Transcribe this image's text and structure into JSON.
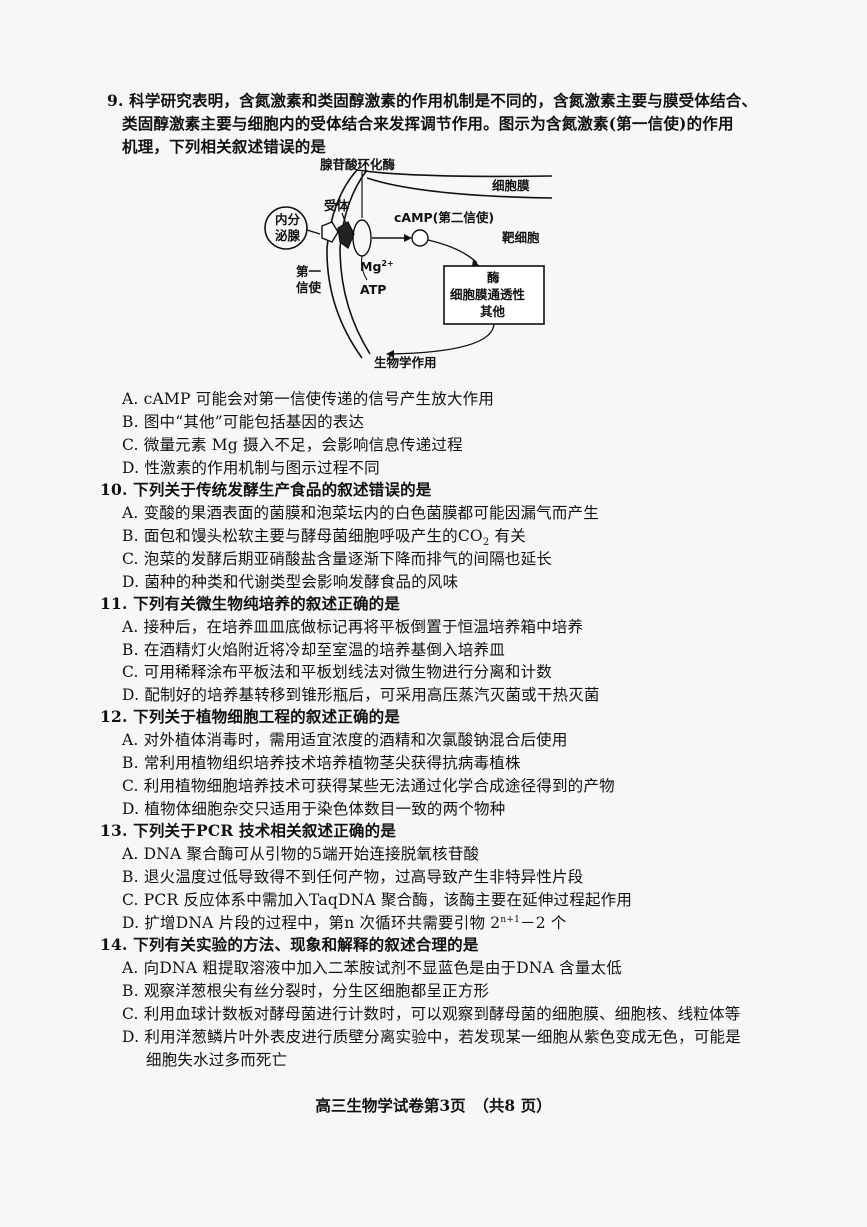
{
  "q9": {
    "line1": "9. 科学研究表明，含氮激素和类固醇激素的作用机制是不同的，含氮激素主要与膜受体结合、",
    "line2": "类固醇激素主要与细胞内的受体结合来发挥调节作用。图示为含氮激素(第一信使)的作用",
    "line3": "机理，下列相关叙述错误的是",
    "options": [
      "A. cAMP 可能会对第一信使传递的信号产生放大作用",
      "B. 图中“其他”可能包括基因的表达",
      "C. 微量元素 Mg 摄入不足，会影响信息传递过程",
      "D. 性激素的作用机制与图示过程不同"
    ]
  },
  "diagram": {
    "enzyme_label": "腺苷酸环化酶",
    "membrane_label": "细胞膜",
    "receptor_label": "受体",
    "gland_line1": "内分",
    "gland_line2": "泌腺",
    "camp_label": "cAMP(第二信使)",
    "target_label": "靶细胞",
    "first_line1": "第一",
    "first_line2": "信使",
    "mg_label": "Mg",
    "mg_sup": "2+",
    "atp_label": "ATP",
    "box_line1": "酶",
    "box_line2": "细胞膜通透性",
    "box_line3": "其他",
    "effect_label": "生物学作用"
  },
  "q10": {
    "stem": "10. 下列关于传统发酵生产食品的叙述错误的是",
    "options": [
      "A. 变酸的果酒表面的菌膜和泡菜坛内的白色菌膜都可能因漏气而产生",
      "B. 面包和馒头松软主要与酵母菌细胞呼吸产生的CO",
      "C. 泡菜的发酵后期亚硝酸盐含量逐渐下降而排气的间隔也延长",
      "D. 菌种的种类和代谢类型会影响发酵食品的风味"
    ],
    "co2_sub": "2",
    "b_tail": " 有关"
  },
  "q11": {
    "stem": "11. 下列有关微生物纯培养的叙述正确的是",
    "options": [
      "A. 接种后，在培养皿皿底做标记再将平板倒置于恒温培养箱中培养",
      "B. 在酒精灯火焰附近将冷却至室温的培养基倒入培养皿",
      "C. 可用稀释涂布平板法和平板划线法对微生物进行分离和计数",
      "D. 配制好的培养基转移到锥形瓶后，可采用高压蒸汽灭菌或干热灭菌"
    ]
  },
  "q12": {
    "stem": "12. 下列关于植物细胞工程的叙述正确的是",
    "options": [
      "A. 对外植体消毒时，需用适宜浓度的酒精和次氯酸钠混合后使用",
      "B. 常利用植物组织培养技术培养植物茎尖获得抗病毒植株",
      "C. 利用植物细胞培养技术可获得某些无法通过化学合成途径得到的产物",
      "D. 植物体细胞杂交只适用于染色体数目一致的两个物种"
    ]
  },
  "q13": {
    "stem": "13. 下列关于PCR 技术相关叙述正确的是",
    "options": [
      "A. DNA 聚合酶可从引物的5端开始连接脱氧核苷酸",
      "B. 退火温度过低导致得不到任何产物，过高导致产生非特异性片段",
      "C. PCR 反应体系中需加入TaqDNA 聚合酶，该酶主要在延伸过程起作用",
      "D. 扩增DNA 片段的过程中，第n 次循环共需要引物 2"
    ],
    "d_sup": "n+1",
    "d_tail": "－2 个"
  },
  "q14": {
    "stem": "14. 下列有关实验的方法、现象和解释的叙述合理的是",
    "options": [
      "A. 向DNA 粗提取溶液中加入二苯胺试剂不显蓝色是由于DNA 含量太低",
      "B. 观察洋葱根尖有丝分裂时，分生区细胞都呈正方形",
      "C. 利用血球计数板对酵母菌进行计数时，可以观察到酵母菌的细胞膜、细胞核、线粒体等",
      "D. 利用洋葱鳞片叶外表皮进行质壁分离实验中，若发现某一细胞从紫色变成无色，可能是"
    ],
    "d_cont": "细胞失水过多而死亡"
  },
  "footer": "高三生物学试卷第3页　（共8 页）"
}
